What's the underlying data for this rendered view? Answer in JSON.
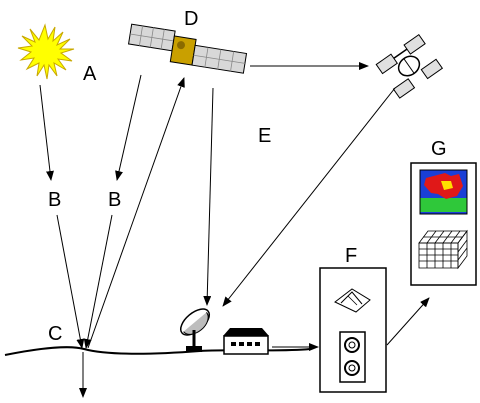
{
  "labels": {
    "a": "A",
    "b_left": "B",
    "b_right": "B",
    "c": "C",
    "d": "D",
    "e": "E",
    "f": "F",
    "g": "G"
  },
  "colors": {
    "sun": "#ffff00",
    "sun_outline": "#c8a800",
    "line": "#000000",
    "panel": "#d8d8d8",
    "map_blue": "#1a3fd6",
    "map_red": "#e01818",
    "map_green": "#2fc83a",
    "map_yellow": "#ffe000"
  },
  "icons": [
    "sun-icon",
    "observation-satellite-icon",
    "relay-satellite-icon",
    "ground-antenna-icon",
    "receiving-station-icon",
    "processing-box-icon",
    "output-products-icon"
  ]
}
